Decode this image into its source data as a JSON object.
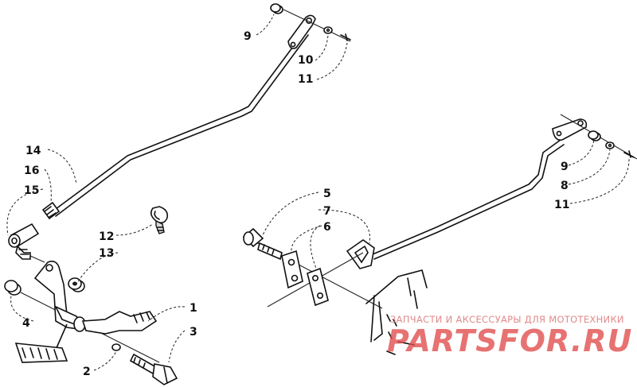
{
  "callouts": [
    {
      "id": "9a",
      "label": "9"
    },
    {
      "id": "10",
      "label": "10"
    },
    {
      "id": "11a",
      "label": "11"
    },
    {
      "id": "14",
      "label": "14"
    },
    {
      "id": "16",
      "label": "16"
    },
    {
      "id": "15",
      "label": "15"
    },
    {
      "id": "12",
      "label": "12"
    },
    {
      "id": "13",
      "label": "13"
    },
    {
      "id": "4",
      "label": "4"
    },
    {
      "id": "1",
      "label": "1"
    },
    {
      "id": "3",
      "label": "3"
    },
    {
      "id": "2",
      "label": "2"
    },
    {
      "id": "5",
      "label": "5"
    },
    {
      "id": "7",
      "label": "7"
    },
    {
      "id": "6",
      "label": "6"
    },
    {
      "id": "9b",
      "label": "9"
    },
    {
      "id": "8",
      "label": "8"
    },
    {
      "id": "11b",
      "label": "11"
    }
  ],
  "watermark": {
    "tagline": "ЗАПЧАСТИ И АКСЕССУАРЫ ДЛЯ МОТОТЕХНИКИ",
    "brand": "PARTSFOR.RU"
  },
  "colors": {
    "line": "#111111",
    "watermark": "#e04a4a"
  }
}
